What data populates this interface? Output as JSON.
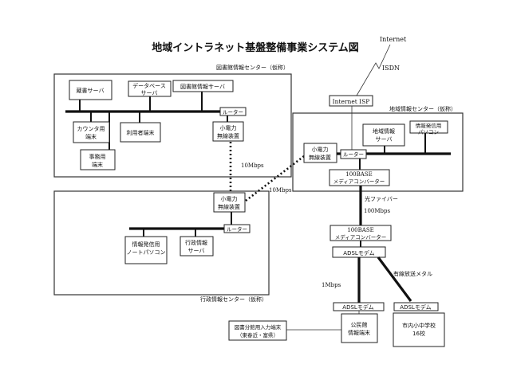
{
  "title": "地域イントラネット基盤整備事業システム図",
  "internet": {
    "label": "Internet",
    "link_label": "ISDN",
    "isp_label": "Internet ISP"
  },
  "library_center": {
    "label": "図書館情報センター（仮称）",
    "nodes": {
      "collection_server": "蔵書サーバ",
      "database_server": [
        "データベース",
        "サーバ"
      ],
      "library_info_server": "図書館情報サーバ",
      "router": "ルーター",
      "counter_terminal": [
        "カウンタ用",
        "端末"
      ],
      "office_terminal": [
        "事務用",
        "端末"
      ],
      "user_terminal": "利用者端末",
      "wireless": [
        "小電力",
        "無線装置"
      ]
    },
    "wireless_speed": "10Mbps"
  },
  "admin_center": {
    "label": "行政情報センター（仮称）",
    "nodes": {
      "wireless": [
        "小電力",
        "無線装置"
      ],
      "router": "ルーター",
      "notebook": [
        "情報発信用",
        "ノートパソコン"
      ],
      "admin_server": [
        "行政情報",
        "サーバ"
      ]
    },
    "wireless_speed": "10Mbps"
  },
  "regional_center": {
    "label": "地域情報センター（仮称）",
    "nodes": {
      "wireless": [
        "小電力",
        "無線装置"
      ],
      "router": "ルーター",
      "regional_server": [
        "地域情報",
        "サーバ"
      ],
      "pc": [
        "情報発信用",
        "パソコン"
      ],
      "media_converter": [
        "100BASE",
        "メディアコンバーター"
      ]
    }
  },
  "fiber": {
    "label": "光ファイバー",
    "speed": "100Mbps"
  },
  "remote": {
    "media_converter": [
      "100BASE",
      "メディアコンバーター"
    ],
    "adsl_modem": "ADSLモデム",
    "adsl_speed": "1Mbps",
    "cable_label": "有線放送メタル",
    "community_modem": "ADSLモデム",
    "community_terminal": [
      "公民館",
      "情報端末"
    ],
    "branch_terminal": [
      "図書分館用入力端末",
      "（東春近・富県）"
    ],
    "school_modem": "ADSLモデム",
    "schools": [
      "市内小中学校",
      "16校"
    ]
  }
}
